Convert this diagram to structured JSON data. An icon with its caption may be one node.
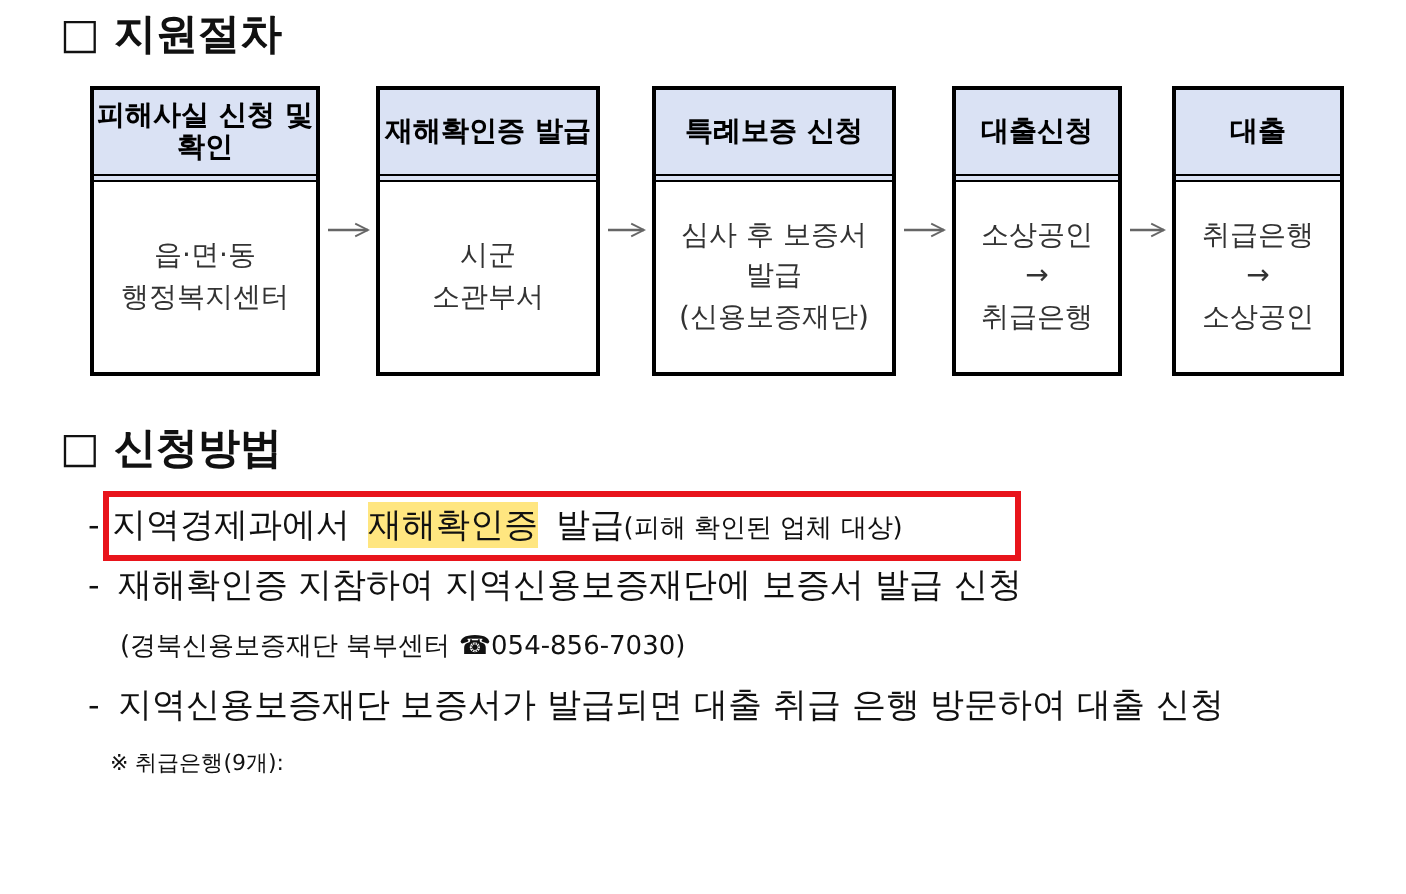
{
  "diagram": {
    "nodes": [
      {
        "text": [
          "피해사실 신청 및 확인",
          "읍·면·동 행정복지센터"
        ]
      },
      {
        "text": [
          "재해확인증 발급",
          "시군 소관부서"
        ]
      },
      {
        "text": [
          "특례보증 신청",
          "심사 후 보증서 발급 (신용보증재단)"
        ]
      },
      {
        "text": [
          "대출신청",
          "소상공인 → 취급은행"
        ]
      },
      {
        "text": [
          "대출",
          "취급은행 → 소상공인"
        ]
      }
    ],
    "edges": [
      {
        "from": 0,
        "to": 1,
        "arrow": "to"
      },
      {
        "from": 1,
        "to": 2,
        "arrow": "to"
      },
      {
        "from": 2,
        "to": 3,
        "arrow": "to"
      },
      {
        "from": 3,
        "to": 4,
        "arrow": "to"
      }
    ],
    "labels": [
      "□ 지원절차",
      "□ 신청방법",
      "-",
      "지역경제과에서",
      "재해확인증",
      "발급",
      "(피해 확인된 업체 대상)",
      "-",
      "재해확인증 지참하여 지역신용보증재단에 보증서 발급 신청",
      "(경북신용보증재단 북부센터 ☎054-856-7030)",
      "-",
      "지역신용보증재단 보증서가 발급되면 대출 취급 은행 방문하여 대출 신청",
      "※ 취급은행(9개):"
    ]
  }
}
